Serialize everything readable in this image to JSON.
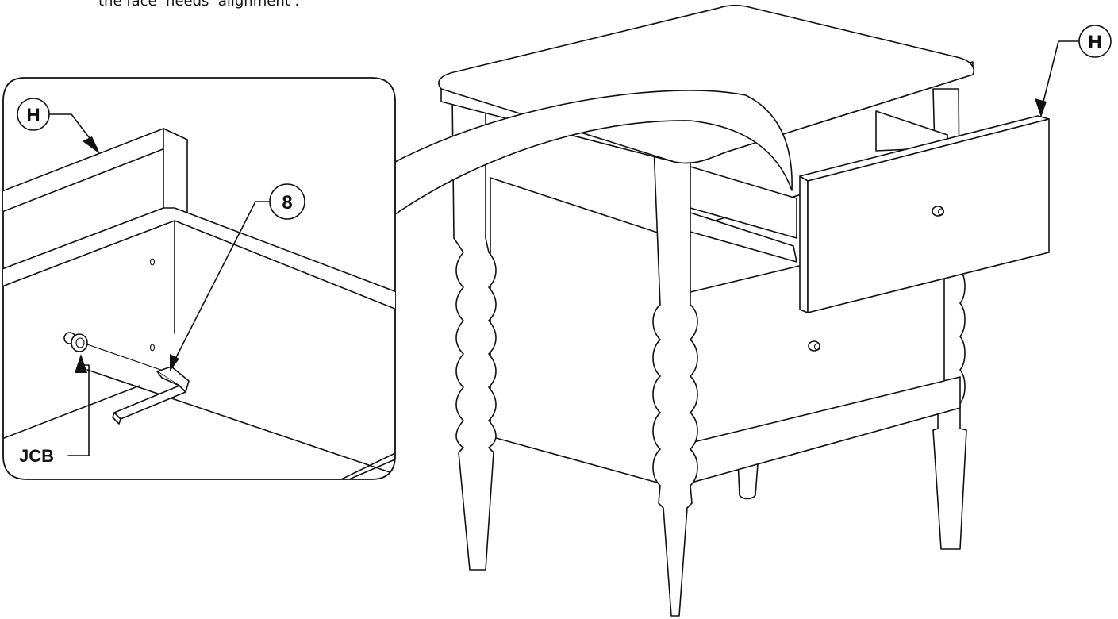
{
  "instruction_fragment": "the face  needs  alignment .",
  "callouts": {
    "panel_H": "H",
    "main_H": "H",
    "hex_key": "8",
    "knob_part": "JCB"
  },
  "line_color": "#111111"
}
